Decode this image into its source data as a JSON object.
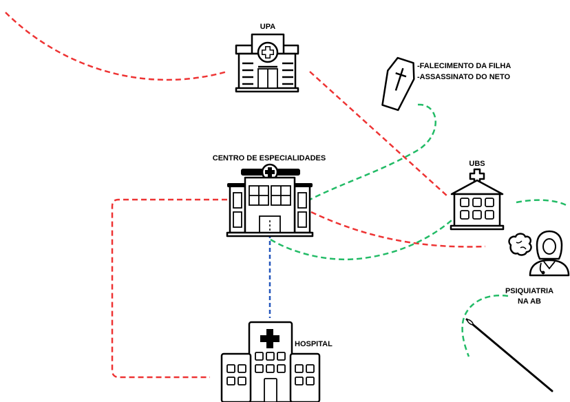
{
  "nodes": {
    "upa": {
      "label": "UPA"
    },
    "death": {
      "label_line1": "-FALECIMENTO DA FILHA",
      "label_line2": "-ASSASSINATO DO NETO"
    },
    "centro": {
      "label": "CENTRO DE ESPECIALIDADES"
    },
    "ubs": {
      "label": "UBS"
    },
    "psiquiatria": {
      "label_line1": "PSIQUIATRIA",
      "label_line2": "NA AB"
    },
    "hospital": {
      "label": "HOSPITAL"
    }
  },
  "colors": {
    "red_link": "#ee3333",
    "green_link": "#22bb66",
    "blue_link": "#2255bb",
    "ink": "#000000"
  }
}
